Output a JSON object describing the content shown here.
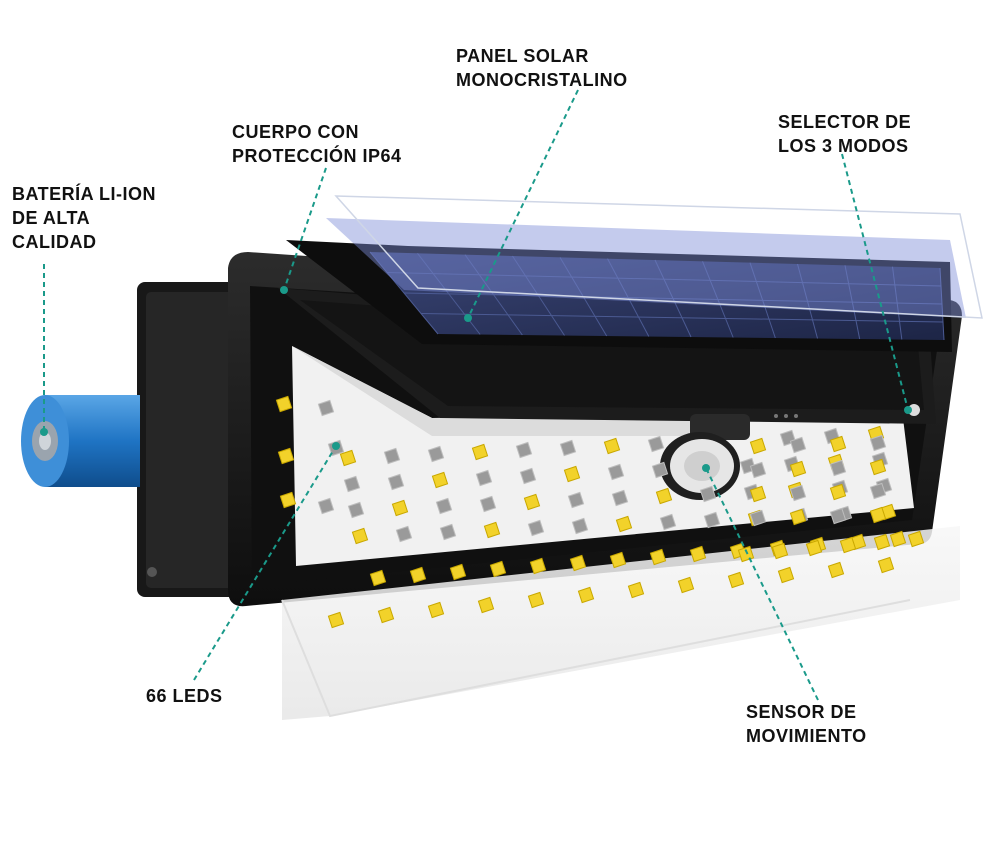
{
  "labels": {
    "battery": [
      "BATERÍA LI-ION",
      "DE ALTA",
      "CALIDAD"
    ],
    "body": [
      "CUERPO CON",
      "PROTECCIÓN IP64"
    ],
    "solar_panel": [
      "PANEL SOLAR",
      "MONOCRISTALINO"
    ],
    "mode_selector": [
      "SELECTOR DE",
      "LOS 3 MODOS"
    ],
    "leds": [
      "66 LEDS"
    ],
    "motion_sensor": [
      "SENSOR DE",
      "MOVIMIENTO"
    ]
  },
  "colors": {
    "leader_line": "#1a9a8a",
    "housing": "#1b1b1b",
    "solar_cells": "#27305a",
    "solar_glass": "#7d8cd8",
    "battery": "#1f74c4",
    "led_yellow": "#f2d22a"
  }
}
